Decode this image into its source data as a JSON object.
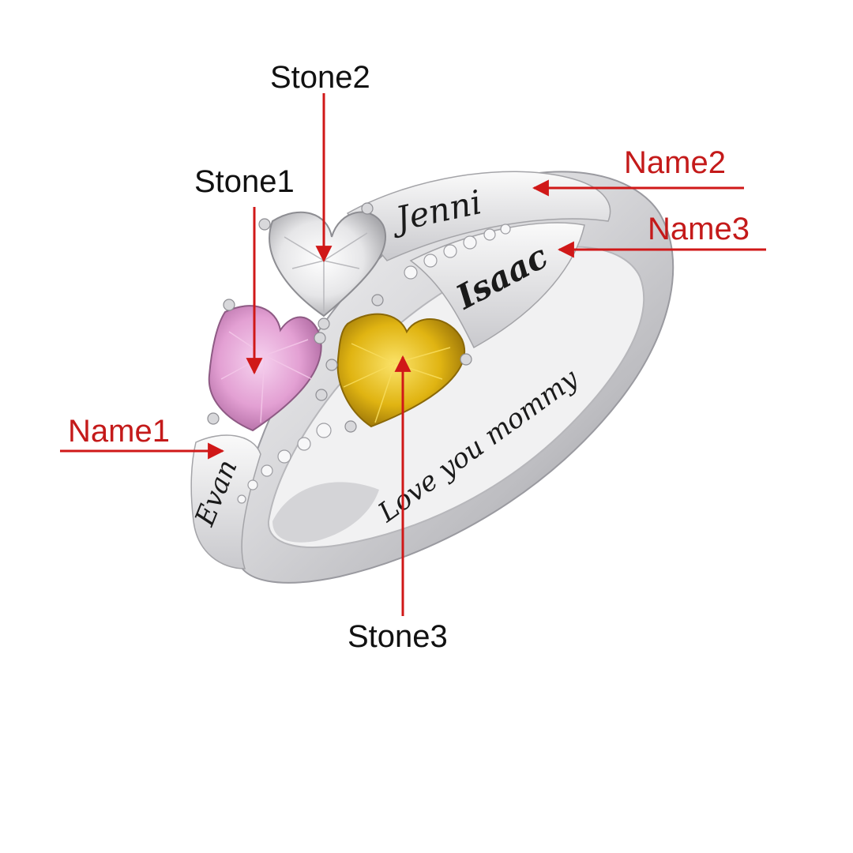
{
  "labels": {
    "stone1": "Stone1",
    "stone2": "Stone2",
    "stone3": "Stone3",
    "name1": "Name1",
    "name2": "Name2",
    "name3": "Name3"
  },
  "engravings": {
    "name1": "Evan",
    "name2": "Jenni",
    "name3": "Isaac",
    "inner": "Love you mommy"
  },
  "colors": {
    "label_black": "#111111",
    "label_red": "#c41a1a",
    "arrow_red": "#d01818",
    "stone_pink": "#e8a6d8",
    "stone_white": "#eeeeee",
    "stone_yellow": "#e2b80a",
    "metal_silver": "#d9d9dc"
  }
}
